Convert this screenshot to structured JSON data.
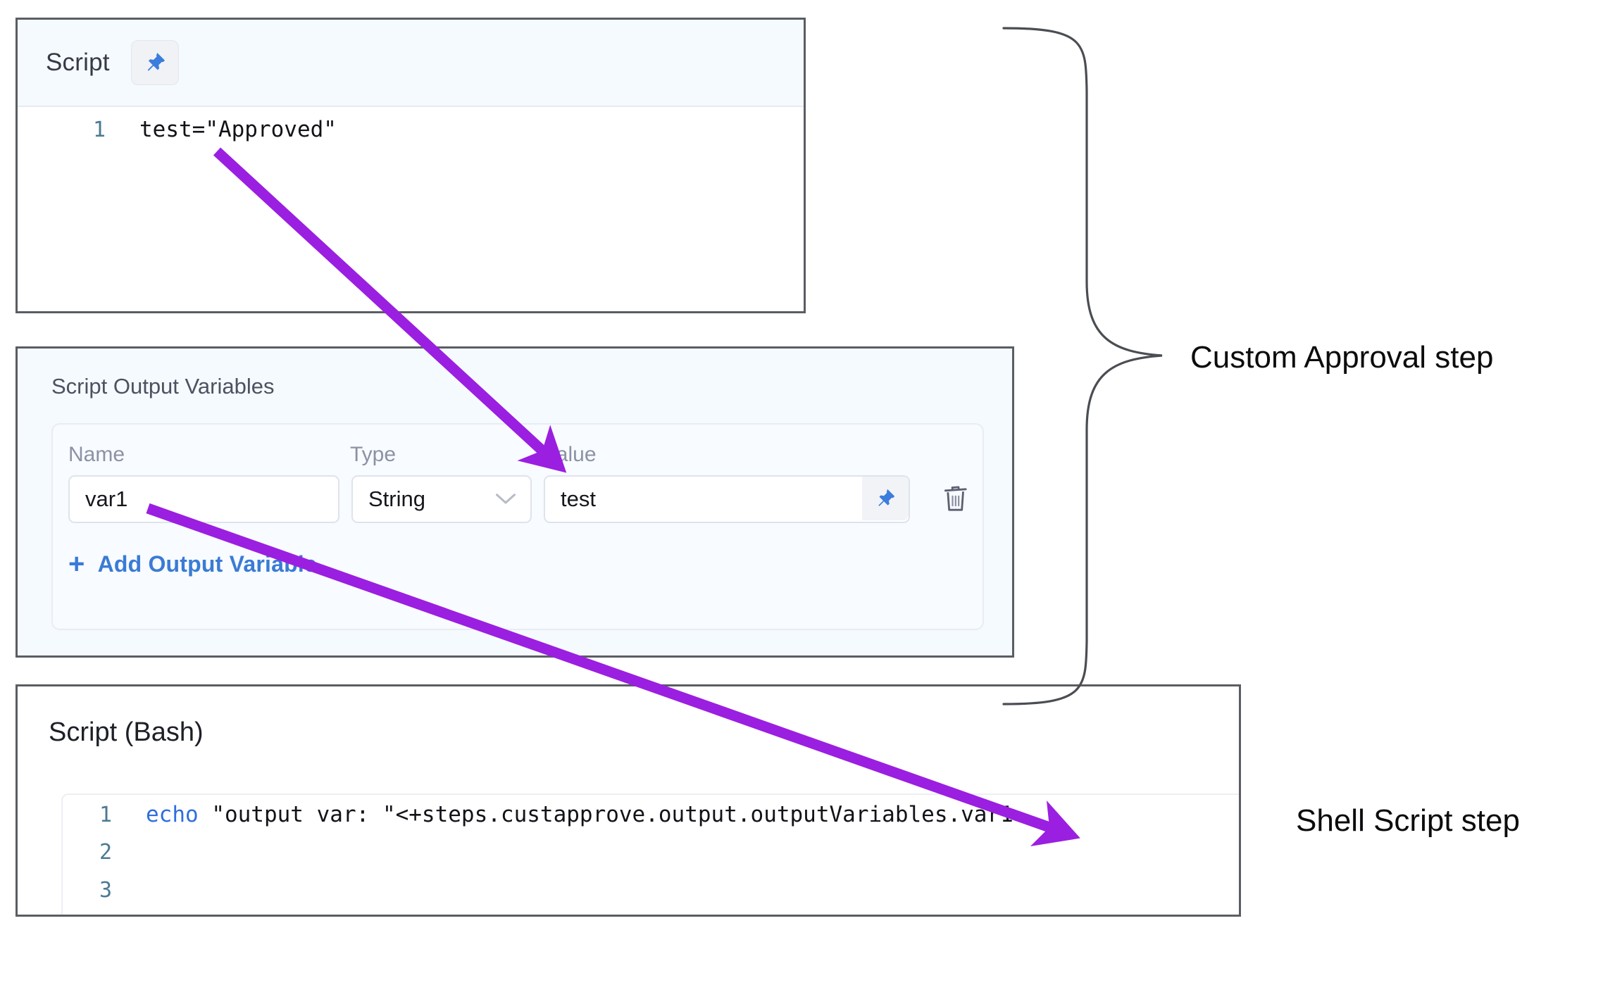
{
  "script_panel": {
    "title": "Script",
    "pin_icon": "pushpin-icon",
    "code_lines": [
      {
        "number": "1",
        "text": "test=\"Approved\""
      }
    ]
  },
  "output_variables_panel": {
    "title": "Script Output Variables",
    "columns": {
      "name": "Name",
      "type": "Type",
      "value": "Value"
    },
    "rows": [
      {
        "name": "var1",
        "type": "String",
        "type_chevron": "chevron-down-icon",
        "value": "test",
        "pin_icon": "pushpin-icon",
        "delete_icon": "trash-icon"
      }
    ],
    "add_button": {
      "plus": "+",
      "label": "Add Output Variable"
    }
  },
  "bash_panel": {
    "title": "Script (Bash)",
    "code_lines": [
      {
        "number": "1",
        "keyword": "echo",
        "text": " \"output var: \"<+steps.custapprove.output.outputVariables.var1>"
      },
      {
        "number": "2",
        "keyword": "",
        "text": ""
      },
      {
        "number": "3",
        "keyword": "",
        "text": ""
      }
    ]
  },
  "annotations": {
    "custom_approval_label": "Custom Approval step",
    "shell_script_label": "Shell Script step",
    "arrow_color": "#9b1fe0",
    "brace_color": "#4a4d52"
  },
  "colors": {
    "panel_border": "#5a5d63",
    "panel_bg_light_blue": "#f5faff",
    "link_blue": "#3a7bd5",
    "pin_blue": "#3b7ddd",
    "line_number": "#4b7a94",
    "keyword_blue": "#2f6ede"
  }
}
